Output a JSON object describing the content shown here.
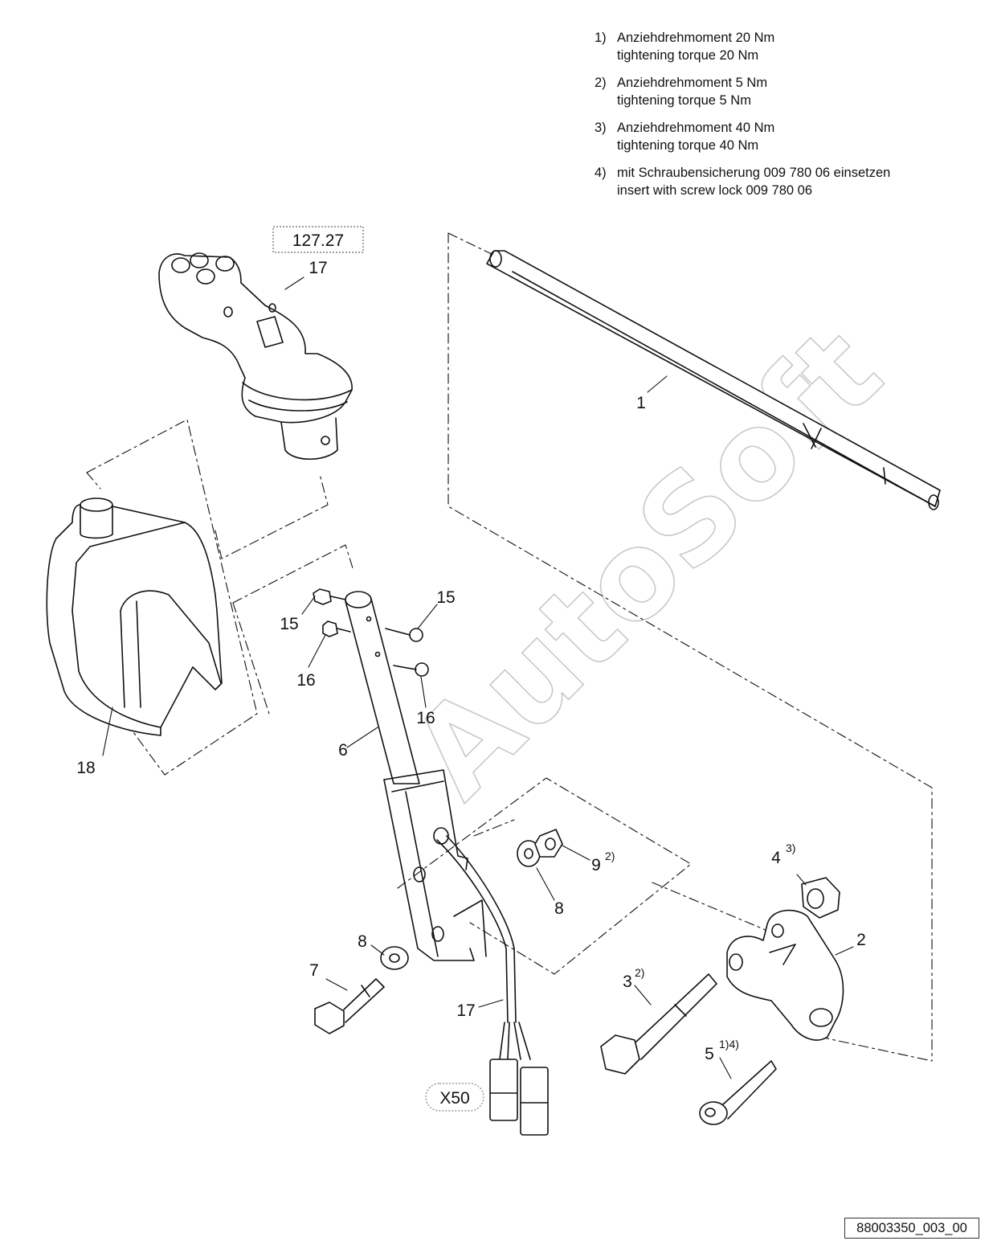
{
  "notes": [
    {
      "num": "1)",
      "de": "Anziehdrehmoment 20 Nm",
      "en": "tightening torque 20 Nm"
    },
    {
      "num": "2)",
      "de": "Anziehdrehmoment 5 Nm",
      "en": "tightening torque 5 Nm"
    },
    {
      "num": "3)",
      "de": "Anziehdrehmoment 40 Nm",
      "en": "tightening torque 40 Nm"
    },
    {
      "num": "4)",
      "de": "mit Schraubensicherung 009 780 06 einsetzen",
      "en": "insert with screw lock 009 780 06"
    }
  ],
  "ref_box": "127.27",
  "connector": "X50",
  "figure_id": "88003350_003_00",
  "watermark": "AutoSoft",
  "callouts": {
    "c17_top": "17",
    "c1": "1",
    "c15a": "15",
    "c15b": "15",
    "c16a": "16",
    "c16b": "16",
    "c6": "6",
    "c18": "18",
    "c4": "4",
    "c4_sup": "3)",
    "c9": "9",
    "c9_sup": "2)",
    "c8a": "8",
    "c8b": "8",
    "c2": "2",
    "c7": "7",
    "c3": "3",
    "c3_sup": "2)",
    "c17_bottom": "17",
    "c5": "5",
    "c5_sup": "1)4)"
  }
}
